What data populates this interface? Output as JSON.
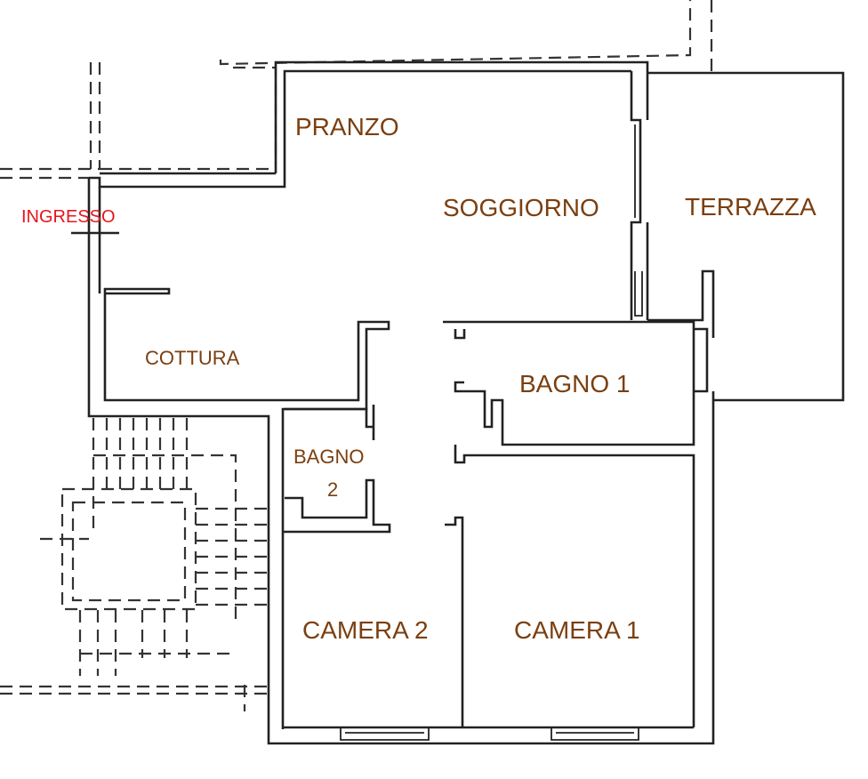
{
  "colors": {
    "room_label": "#7b3f10",
    "entry_label": "#e8141c",
    "wall": "#222222"
  },
  "rooms": {
    "pranzo": "PRANZO",
    "soggiorno": "SOGGIORNO",
    "terrazza": "TERRAZZA",
    "ingresso": "INGRESSO",
    "cottura": "COTTURA",
    "bagno1": "BAGNO 1",
    "bagno2_line1": "BAGNO",
    "bagno2_line2": "2",
    "camera2": "CAMERA 2",
    "camera1": "CAMERA 1"
  }
}
